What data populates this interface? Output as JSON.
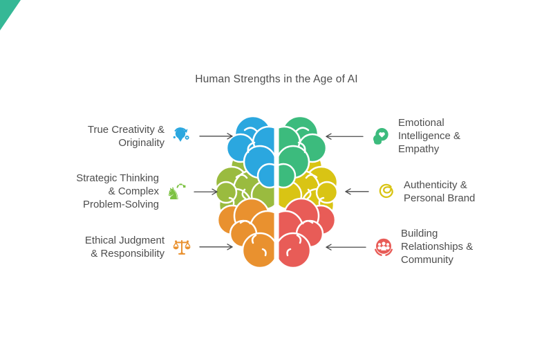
{
  "title": "Human Strengths in the Age of AI",
  "palette": {
    "blue": "#2BA7DF",
    "olive_green": "#9ABB3F",
    "orange": "#E9912F",
    "emerald_green": "#3CBB7D",
    "yellow": "#D9C414",
    "red": "#E85C57",
    "text": "#4D4D4D",
    "arrow": "#4A4A4A",
    "corner_accent": "#35B896"
  },
  "brain": {
    "left_top_color": "#2BA7DF",
    "left_middle_color": "#9ABB3F",
    "left_bottom_color": "#E9912F",
    "right_top_color": "#3CBB7D",
    "right_middle_color": "#D9C414",
    "right_bottom_color": "#E85C57"
  },
  "left_items": [
    {
      "label": "True Creativity &\nOriginality",
      "icon": "creativity-lightbulb-icon",
      "icon_color": "#2BA7DF"
    },
    {
      "label": "Strategic Thinking\n& Complex\nProblem-Solving",
      "icon": "chess-knight-icon",
      "icon_color": "#7DC243"
    },
    {
      "label": "Ethical Judgment\n& Responsibility",
      "icon": "balance-scale-icon",
      "icon_color": "#E9912F"
    }
  ],
  "right_items": [
    {
      "label": "Emotional\nIntelligence &\nEmpathy",
      "icon": "head-heart-icon",
      "icon_color": "#3CBB7D"
    },
    {
      "label": "Authenticity &\nPersonal Brand",
      "icon": "threads-spiral-icon",
      "icon_color": "#D9C414"
    },
    {
      "label": "Building\nRelationships &\nCommunity",
      "icon": "community-people-icon",
      "icon_color": "#E85C57"
    }
  ]
}
